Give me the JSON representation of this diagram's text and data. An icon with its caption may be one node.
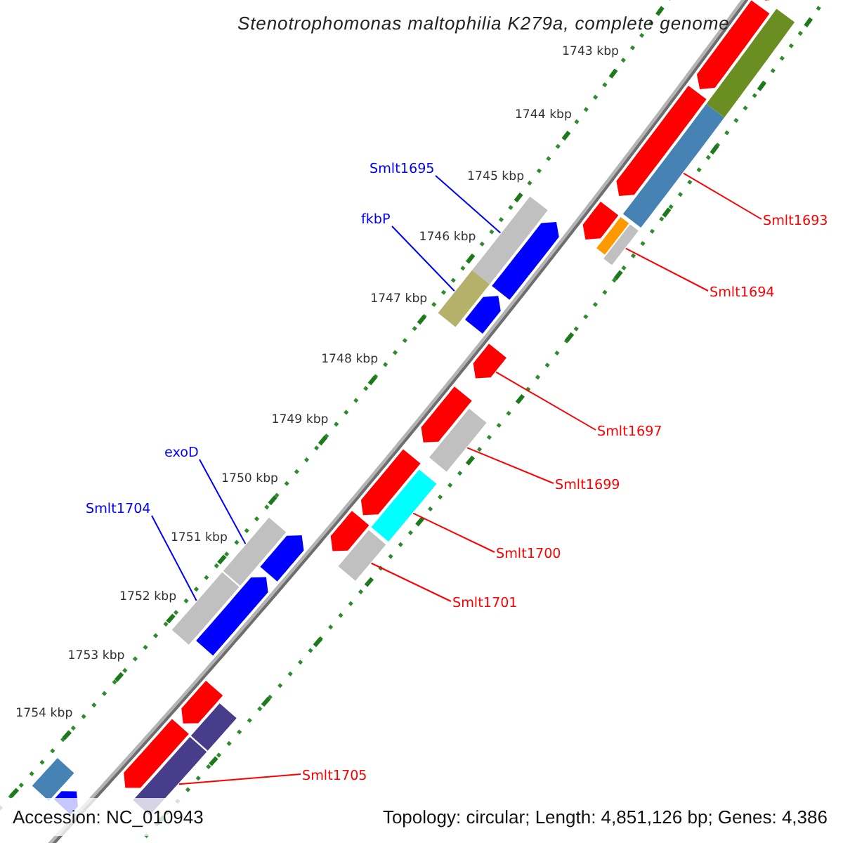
{
  "diagram": {
    "title": "Stenotrophomonas maltophilia K279a, complete genome",
    "nodes": [
      {
        "text": [
          "Smlt1695"
        ]
      },
      {
        "text": [
          "fkbP"
        ]
      },
      {
        "text": [
          "Smlt1693"
        ]
      },
      {
        "text": [
          "Smlt1694"
        ]
      },
      {
        "text": [
          "Smlt1697"
        ]
      },
      {
        "text": [
          "exoD"
        ]
      },
      {
        "text": [
          "Smlt1699"
        ]
      },
      {
        "text": [
          "Smlt1704"
        ]
      },
      {
        "text": [
          "Smlt1700"
        ]
      },
      {
        "text": [
          "Smlt1701"
        ]
      },
      {
        "text": [
          "Smlt1705"
        ]
      },
      {
        "text": [],
        "shape": "bar"
      },
      {
        "text": [],
        "shape": "bar"
      },
      {
        "text": [],
        "shape": "bar"
      },
      {
        "text": [],
        "shape": "bar"
      },
      {
        "text": [],
        "shape": "bar"
      },
      {
        "text": [],
        "shape": "bar"
      },
      {
        "text": [],
        "shape": "bar"
      },
      {
        "text": [],
        "shape": "bar"
      },
      {
        "text": [],
        "shape": "bar"
      },
      {
        "text": [],
        "shape": "bar"
      },
      {
        "text": [],
        "shape": "bar"
      },
      {
        "text": [],
        "shape": "bar"
      },
      {
        "text": [],
        "shape": "bar"
      },
      {
        "text": [],
        "shape": "bar"
      },
      {
        "text": [],
        "shape": "bar"
      },
      {
        "text": [],
        "shape": "bar"
      },
      {
        "text": [],
        "shape": "bar"
      },
      {
        "text": [],
        "shape": "bar"
      },
      {
        "text": [],
        "shape": "bar"
      },
      {
        "text": [],
        "shape": "bar"
      },
      {
        "text": [],
        "shape": "bar"
      },
      {
        "text": [],
        "shape": "bar"
      },
      {
        "text": [],
        "shape": "bar"
      },
      {
        "text": [],
        "shape": "bar"
      },
      {
        "text": [],
        "shape": "bar"
      },
      {
        "text": [],
        "shape": "bar"
      },
      {
        "text": [],
        "shape": "bar"
      },
      {
        "text": [],
        "shape": "bar"
      },
      {
        "text": [],
        "shape": "bar"
      }
    ],
    "edges": [
      {
        "from": 0,
        "to": 19,
        "arrow": "none",
        "color": "#0000ff"
      },
      {
        "from": 1,
        "to": 21,
        "arrow": "none",
        "color": "#0000ff"
      },
      {
        "from": 2,
        "to": 15,
        "arrow": "none"
      },
      {
        "from": 3,
        "to": 18,
        "arrow": "none"
      },
      {
        "from": 4,
        "to": 23,
        "arrow": "none"
      },
      {
        "from": 5,
        "to": 30,
        "arrow": "none",
        "color": "#0000ff"
      },
      {
        "from": 6,
        "to": 25,
        "arrow": "none"
      },
      {
        "from": 7,
        "to": 32,
        "arrow": "none",
        "color": "#0000ff"
      },
      {
        "from": 8,
        "to": 27,
        "arrow": "none"
      },
      {
        "from": 9,
        "to": 29,
        "arrow": "none"
      },
      {
        "from": 10,
        "to": 37,
        "arrow": "none"
      }
    ],
    "labels": [
      "1743 kbp",
      "1744 kbp",
      "1745 kbp",
      "1746 kbp",
      "1747 kbp",
      "1748 kbp",
      "1749 kbp",
      "1750 kbp",
      "1751 kbp",
      "1752 kbp",
      "1753 kbp",
      "1754 kbp",
      "Accession: NC_010943",
      "Topology: circular; Length: 4,851,126 bp; Genes: 4,386"
    ]
  }
}
